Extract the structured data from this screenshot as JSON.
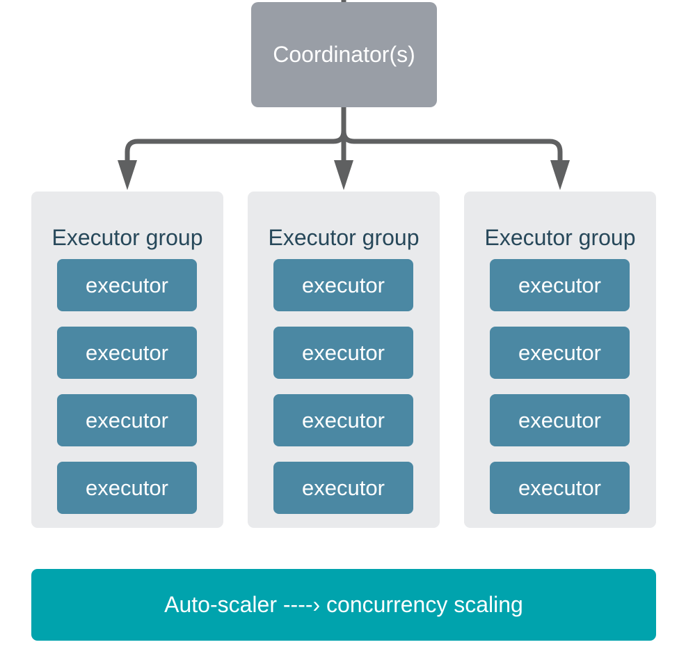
{
  "coordinator": {
    "label": "Coordinator(s)"
  },
  "executor_groups": [
    {
      "title": "Executor group",
      "executors": [
        "executor",
        "executor",
        "executor",
        "executor"
      ]
    },
    {
      "title": "Executor group",
      "executors": [
        "executor",
        "executor",
        "executor",
        "executor"
      ]
    },
    {
      "title": "Executor group",
      "executors": [
        "executor",
        "executor",
        "executor",
        "executor"
      ]
    }
  ],
  "autoscaler": {
    "label": "Auto-scaler ----› concurrency scaling"
  },
  "colors": {
    "coordinator": "#999ea6",
    "group_background": "#e9eaec",
    "group_title": "#27485a",
    "executor": "#4b88a3",
    "autoscaler": "#00a3ad",
    "connector": "#5f6061"
  }
}
